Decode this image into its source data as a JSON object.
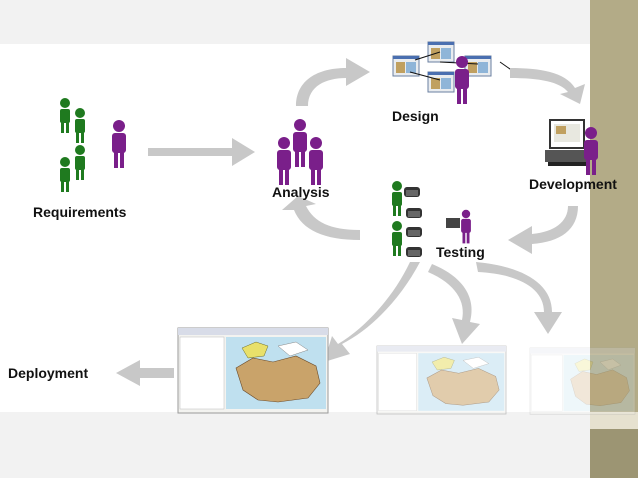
{
  "stages": {
    "requirements": "Requirements",
    "analysis": "Analysis",
    "design": "Design",
    "development": "Development",
    "testing": "Testing",
    "deployment": "Deployment"
  },
  "colors": {
    "customer_figure": "#1f7a1f",
    "team_figure": "#7a1f8a",
    "arrow": "#c8c8c8",
    "accent_bar": "#b3ab87",
    "accent_bar_light": "#e6e1cf",
    "accent_bar_dark": "#9c9573"
  }
}
